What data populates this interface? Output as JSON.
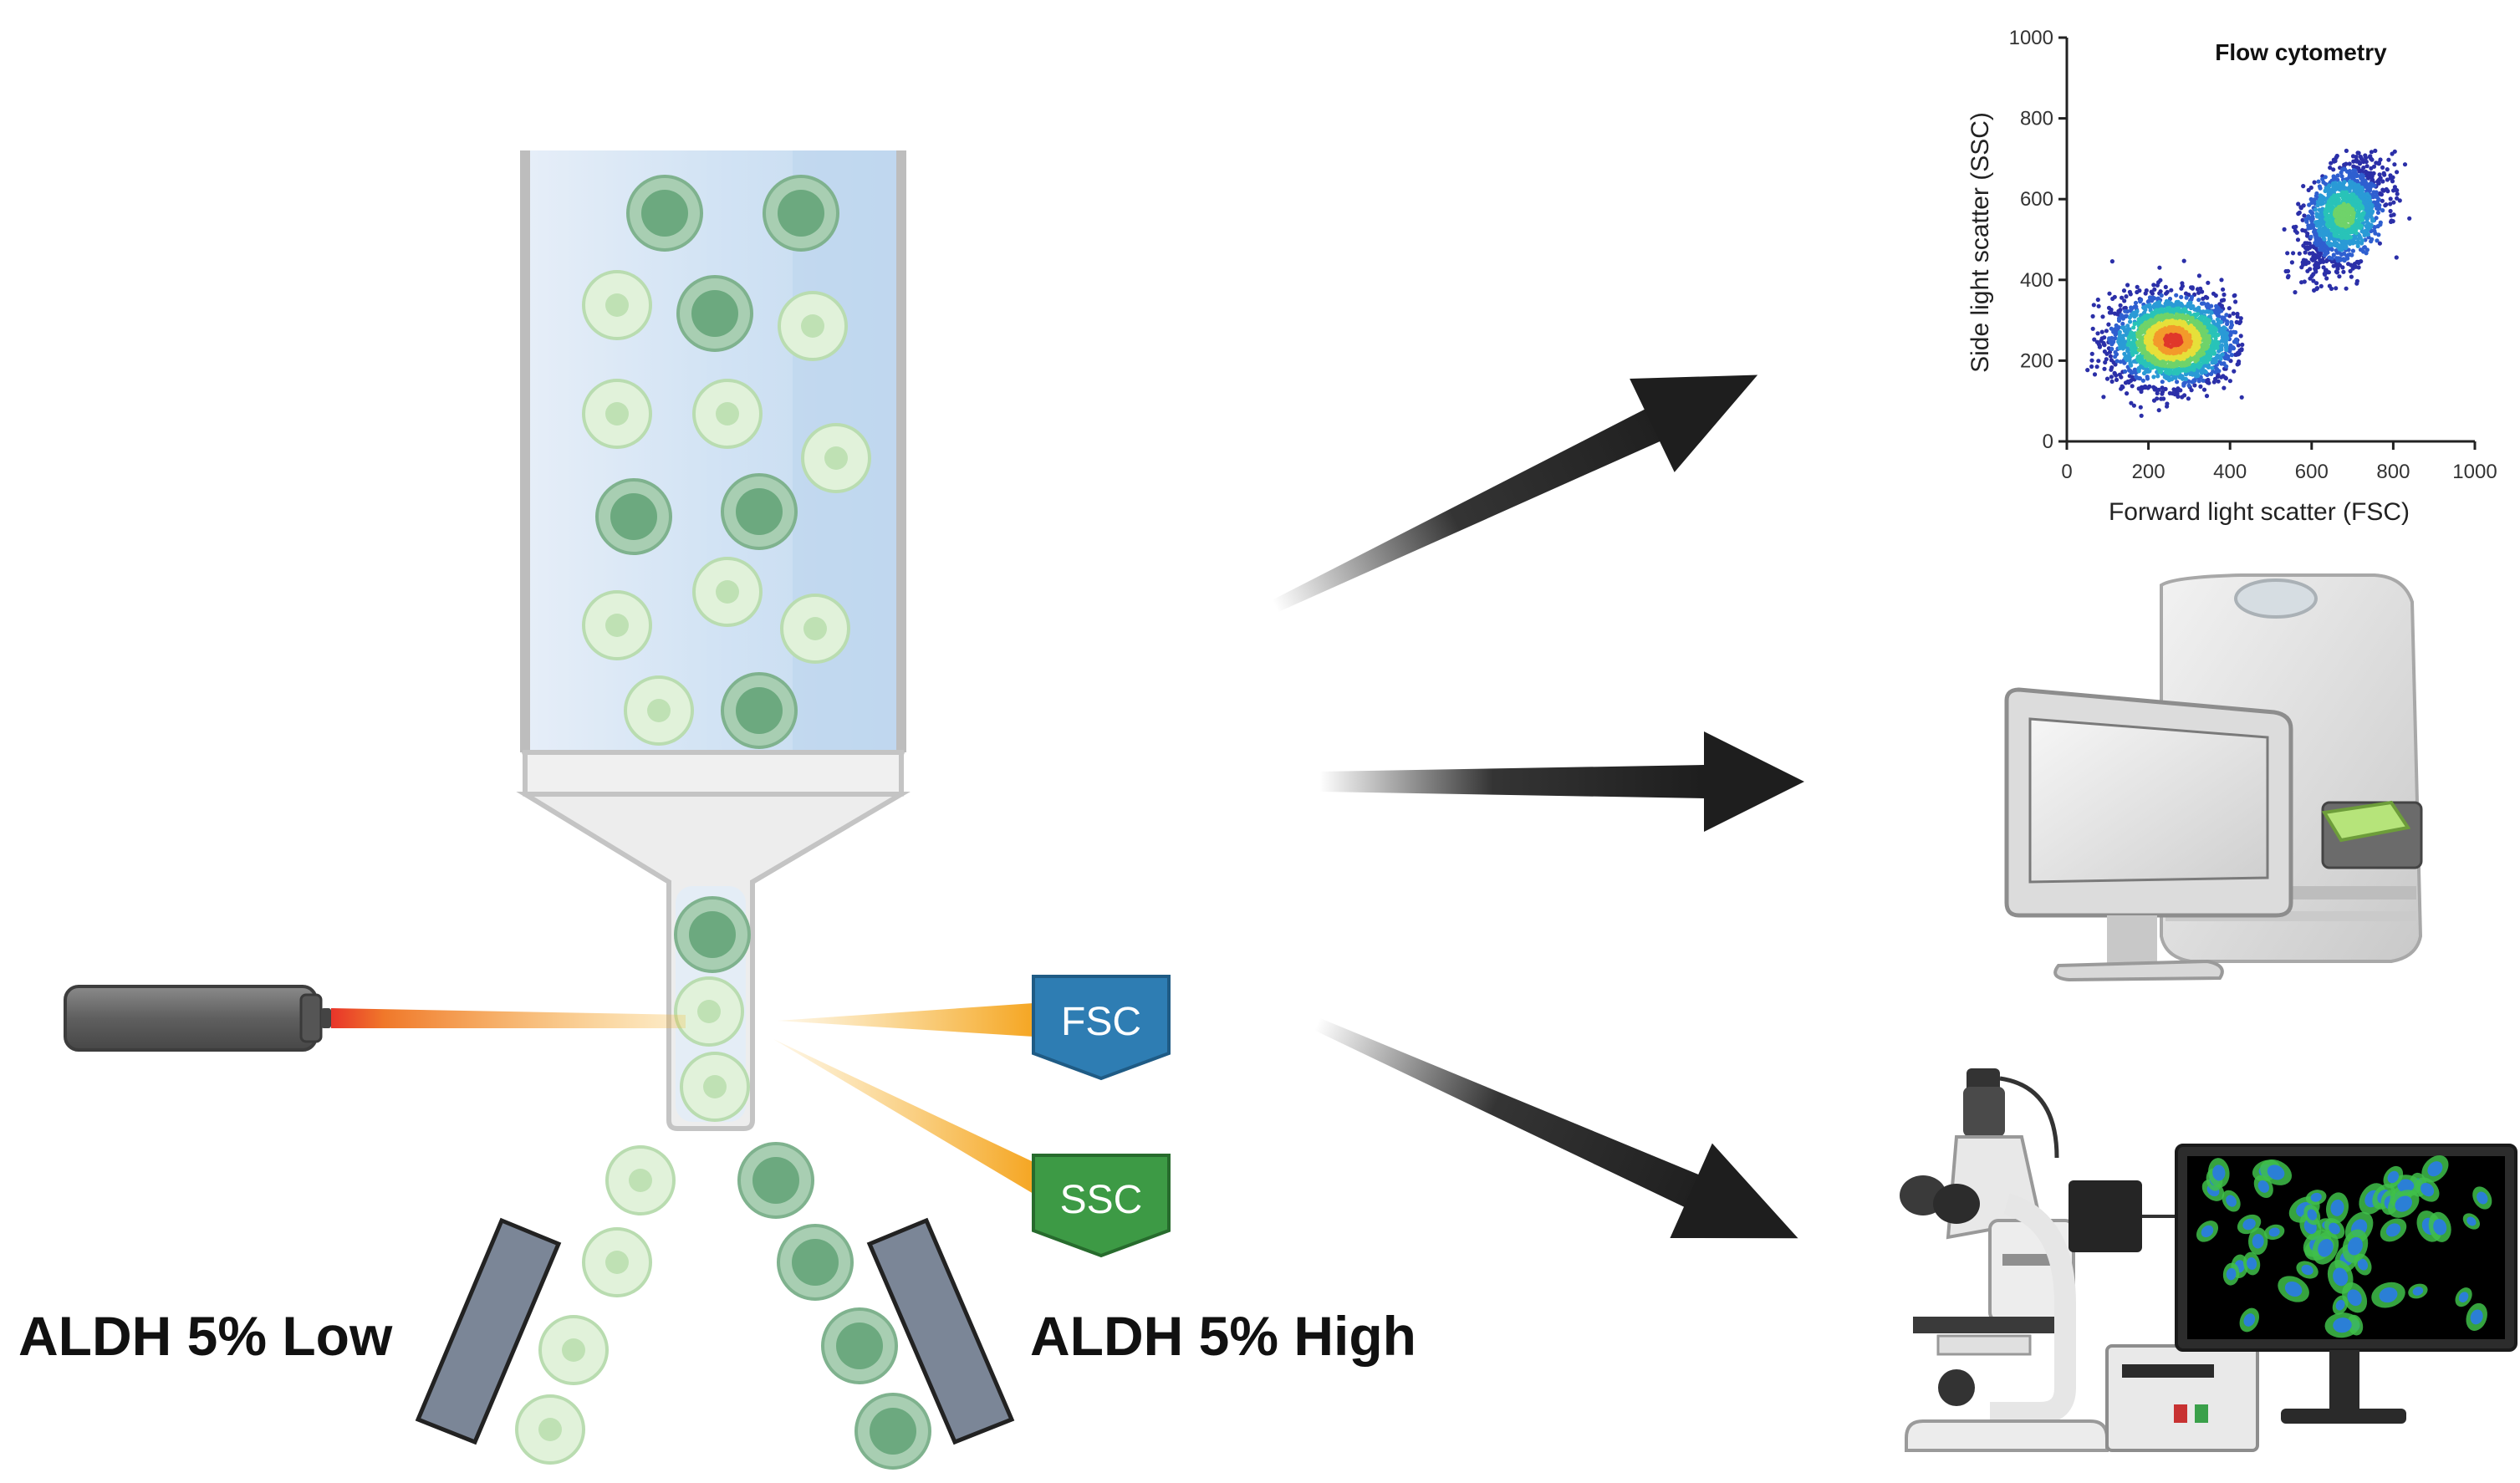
{
  "labels": {
    "low": "ALDH 5% Low",
    "high": "ALDH 5% High"
  },
  "detectors": {
    "fsc": "FSC",
    "ssc": "SSC"
  },
  "colors": {
    "fsc": "#2e7db3",
    "ssc": "#3d9a45",
    "cell_dark": "#6ca97f",
    "cell_light": "#e1f2da",
    "laser_beam": "#f5a623",
    "arrow": "#1e1e1e"
  },
  "icons": [
    "sorting-column",
    "laser-source",
    "detector-fsc",
    "detector-ssc",
    "collection-plate",
    "imaging-reader",
    "fluorescence-microscope",
    "monitor"
  ],
  "flow_plot": {
    "title": "Flow cytometry",
    "xlabel": "Forward light scatter (FSC)",
    "ylabel": "Side light scatter (SSC)",
    "xlim": [
      0,
      1000
    ],
    "ylim": [
      0,
      1000
    ],
    "xticks": [
      "0",
      "200",
      "400",
      "600",
      "800",
      "1000"
    ],
    "yticks": [
      "0",
      "200",
      "400",
      "600",
      "800",
      "1000"
    ]
  },
  "chart_data": {
    "type": "scatter",
    "title": "Flow cytometry",
    "xlabel": "Forward light scatter (FSC)",
    "ylabel": "Side light scatter (SSC)",
    "xlim": [
      0,
      1000
    ],
    "ylim": [
      0,
      1000
    ],
    "series": [
      {
        "center": [
          260,
          250
        ],
        "spread": [
          75,
          55
        ],
        "range_x": [
          50,
          430
        ],
        "range_y": [
          40,
          450
        ]
      },
      {
        "center": [
          680,
          560
        ],
        "spread": [
          50,
          60
        ],
        "range_x": [
          520,
          840
        ],
        "range_y": [
          360,
          720
        ]
      }
    ]
  }
}
